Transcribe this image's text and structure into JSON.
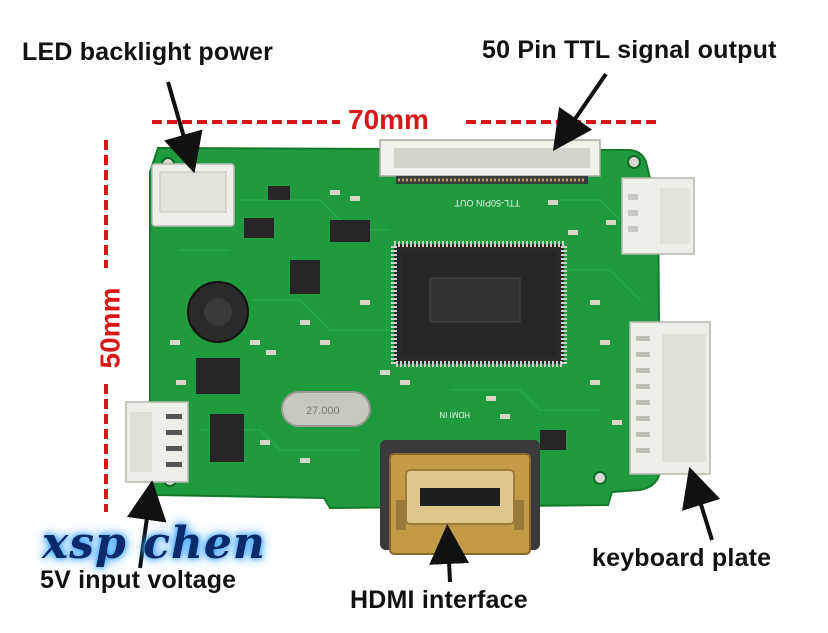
{
  "labels": {
    "led_backlight": "LED backlight power",
    "ttl_output": "50 Pin TTL signal output",
    "width_dim": "70mm",
    "height_dim": "50mm",
    "input_voltage": "5V input voltage",
    "hdmi": "HDMI interface",
    "keyboard": "keyboard plate"
  },
  "board_silkscreen": {
    "connector": "TTL-50PIN OUT",
    "hdmi_in": "HDMI IN",
    "crystal": "27.000"
  },
  "watermark": "xsp chen",
  "colors": {
    "pcb": "#1f9a3e",
    "dimension": "#d81818",
    "connector_white": "#eeeeec",
    "hdmi_gold": "#c29a48"
  }
}
